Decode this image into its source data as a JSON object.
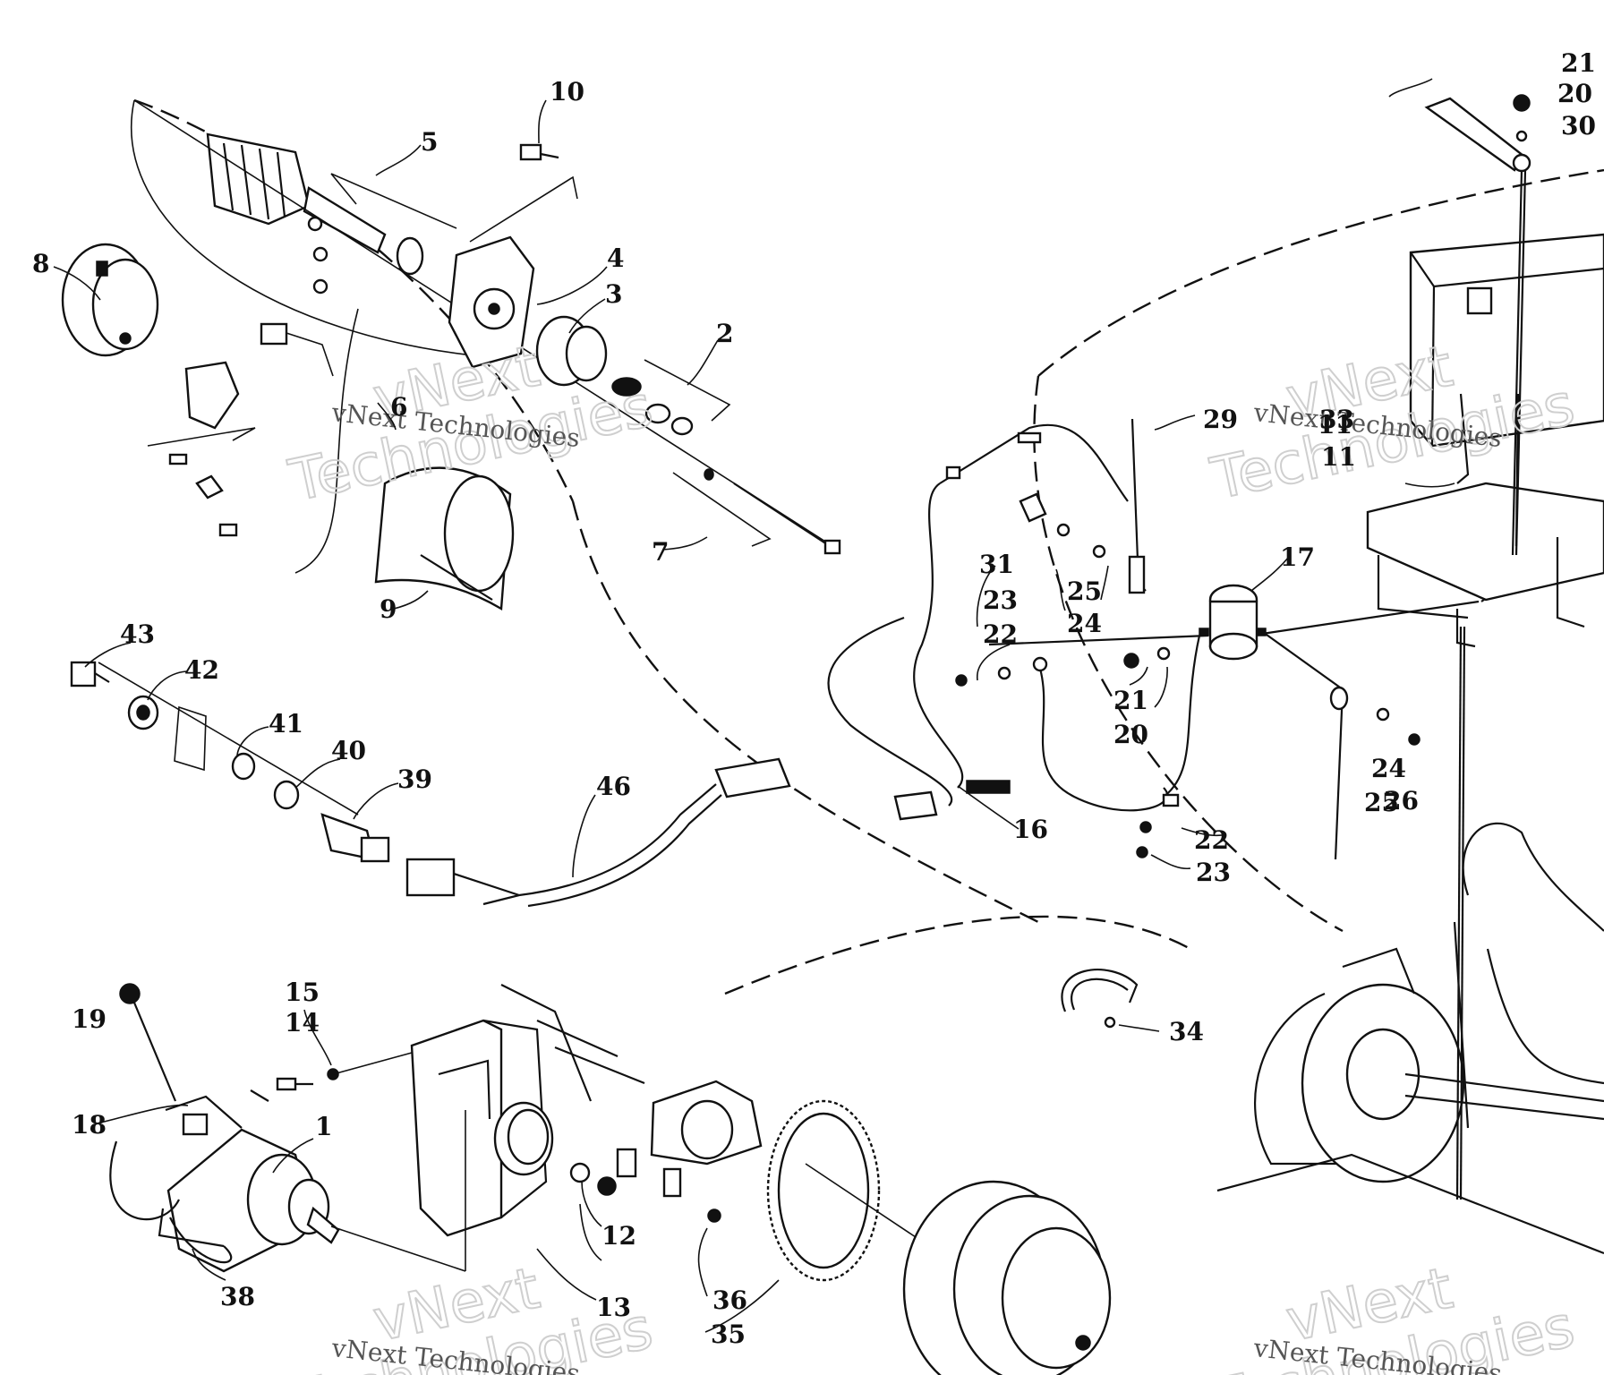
{
  "watermark": {
    "text": "vNext Technologies",
    "big_top": "vNext",
    "big_bottom": "Technologies"
  },
  "callouts": [
    "1",
    "2",
    "3",
    "4",
    "5",
    "6",
    "7",
    "8",
    "9",
    "10",
    "11",
    "11",
    "12",
    "13",
    "14",
    "15",
    "16",
    "17",
    "18",
    "19",
    "20",
    "20",
    "21",
    "21",
    "22",
    "22",
    "23",
    "23",
    "24",
    "24",
    "25",
    "25",
    "26",
    "29",
    "30",
    "31",
    "33",
    "34",
    "35",
    "36",
    "38",
    "39",
    "40",
    "41",
    "42",
    "43",
    "46"
  ],
  "colors": {
    "ink": "#111111",
    "paper": "#ffffff",
    "watermark": "#cfcfcf"
  }
}
